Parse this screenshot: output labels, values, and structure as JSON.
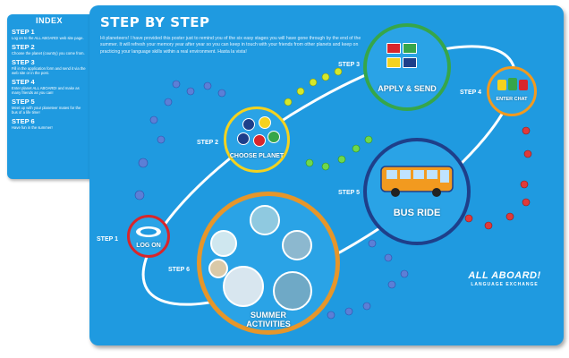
{
  "index": {
    "title": "INDEX",
    "steps": [
      {
        "heading": "STEP 1",
        "text": "Log on to the ALL ABOARD! web site page."
      },
      {
        "heading": "STEP 2",
        "text": "Choose the planet (country) you come from."
      },
      {
        "heading": "STEP 3",
        "text": "Fill in the application form and send it via the web site or in the post."
      },
      {
        "heading": "STEP 4",
        "text": "Enter planet ALL ABOARD! and make as many friends as you can!"
      },
      {
        "heading": "STEP 5",
        "text": "Meet up with your planeteer mates for the bus of a life time!"
      },
      {
        "heading": "STEP 6",
        "text": "Have fun in the summer!"
      }
    ]
  },
  "poster": {
    "title": "STEP BY STEP",
    "intro": "Hi planeteers! I have provided this poster just to remind you of the six easy stages you will have gone through by the end of the summer. It will refresh your memory year after year so you can keep in touch with your friends from other planets and keep on practicing your language skills within a real environment. Hasta la vista!"
  },
  "steps": {
    "step1": {
      "label": "STEP 1",
      "circle": "LOG ON"
    },
    "step2": {
      "label": "STEP 2",
      "circle": "CHOOSE  PLANET"
    },
    "step3": {
      "label": "STEP 3",
      "circle": "APPLY & SEND"
    },
    "step4": {
      "label": "STEP 4",
      "circle": "ENTER CHAT"
    },
    "step5": {
      "label": "STEP 5",
      "circle": "BUS RIDE"
    },
    "step6": {
      "label": "STEP 6",
      "circle_line1": "SUMMER",
      "circle_line2": "ACTIVITIES"
    }
  },
  "logo": {
    "line1": "ALL ABOARD!",
    "line2": "LANGUAGE EXCHANGE"
  },
  "colors": {
    "poster_bg": "#1f9ae0",
    "step1_ring": "#d8262b",
    "step2_ring": "#f4d21f",
    "step3_ring": "#36a64a",
    "step4_ring": "#f29a1f",
    "step5_ring": "#1e3f8a",
    "step6_ring": "#e6962a"
  }
}
